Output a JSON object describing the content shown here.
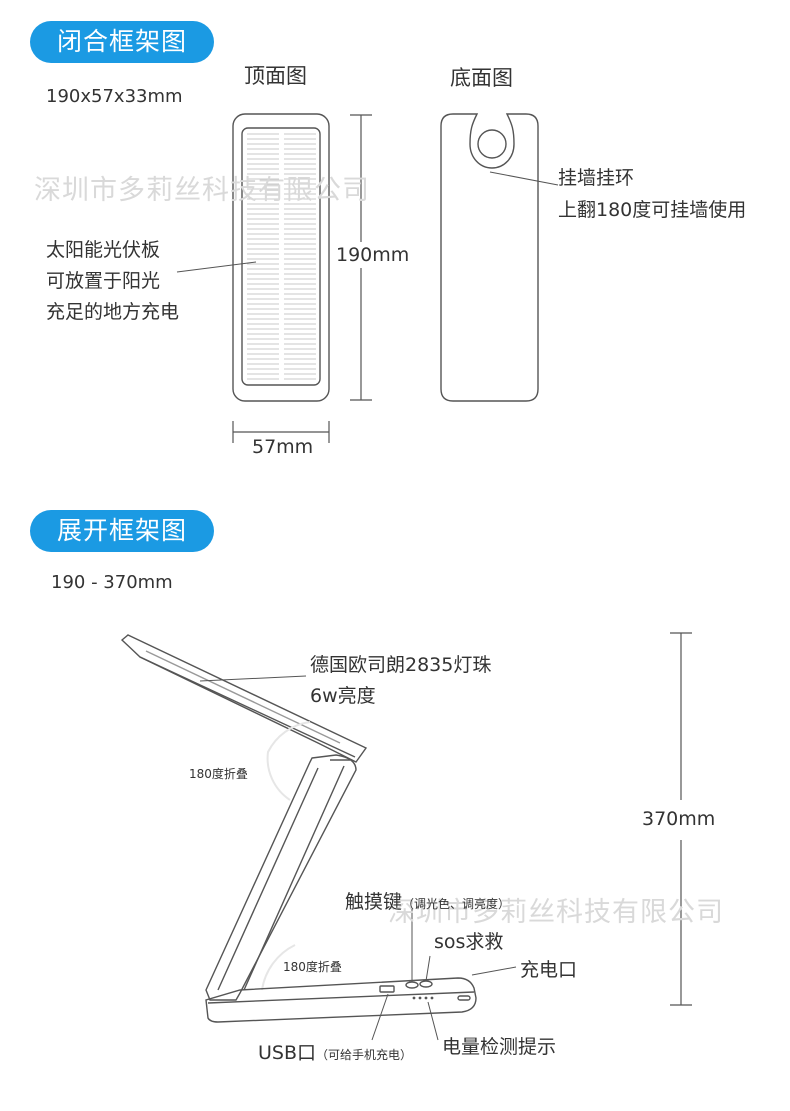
{
  "closed": {
    "section_title": "闭合框架图",
    "dimensions": "190x57x33mm",
    "top_view_label": "顶面图",
    "bottom_view_label": "底面图",
    "solar_note": [
      "太阳能光伏板",
      "可放置于阳光",
      "充足的地方充电"
    ],
    "hang_note": [
      "挂墙挂环",
      "上翻180度可挂墙使用"
    ],
    "height_dim": "190mm",
    "width_dim": "57mm"
  },
  "open": {
    "section_title": "展开框架图",
    "range": "190 - 370mm",
    "led_note": [
      "德国欧司朗2835灯珠",
      "6w亮度"
    ],
    "fold_top": "180度折叠",
    "fold_bottom": "180度折叠",
    "height_dim": "370mm",
    "touch_key": "触摸键",
    "touch_key_detail": "（调光色、调亮度）",
    "sos": "sos求救",
    "charge_port": "充电口",
    "usb_port": "USB口",
    "usb_detail": "（可给手机充电）",
    "battery_indicator": "电量检测提示"
  },
  "watermark": "深圳市多莉丝科技有限公司",
  "colors": {
    "accent": "#1b9ae3",
    "line": "#555555"
  }
}
